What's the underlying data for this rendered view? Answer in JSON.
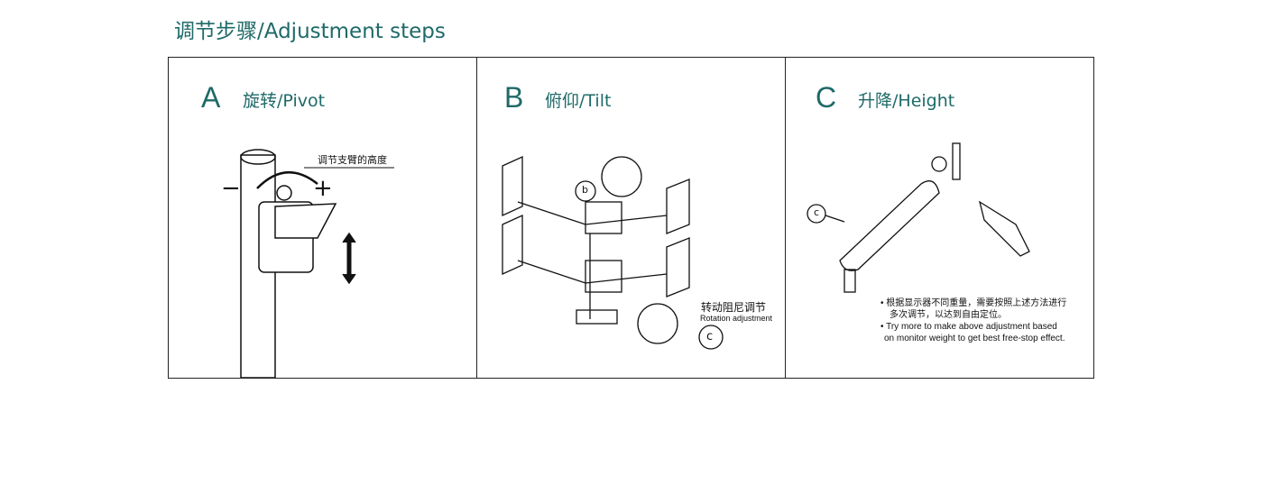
{
  "title": "调节步骤/Adjustment steps",
  "panels": [
    {
      "letter": "A",
      "title": "旋转/Pivot",
      "label": "调节支臂的高度",
      "minus": "−",
      "plus": "+"
    },
    {
      "letter": "B",
      "title": "俯仰/Tilt",
      "callout_b": "b",
      "callout_c": "c",
      "label_cn": "转动阻尼调节",
      "label_en": "Rotation adjustment"
    },
    {
      "letter": "C",
      "title": "升降/Height",
      "callout_c": "c",
      "notes": [
        "• 根据显示器不同重量，需要按照上述方法进行",
        "  多次调节，以达到自由定位。",
        "• Try more to make above adjustment based",
        "  on monitor weight to get best free-stop effect."
      ]
    }
  ]
}
